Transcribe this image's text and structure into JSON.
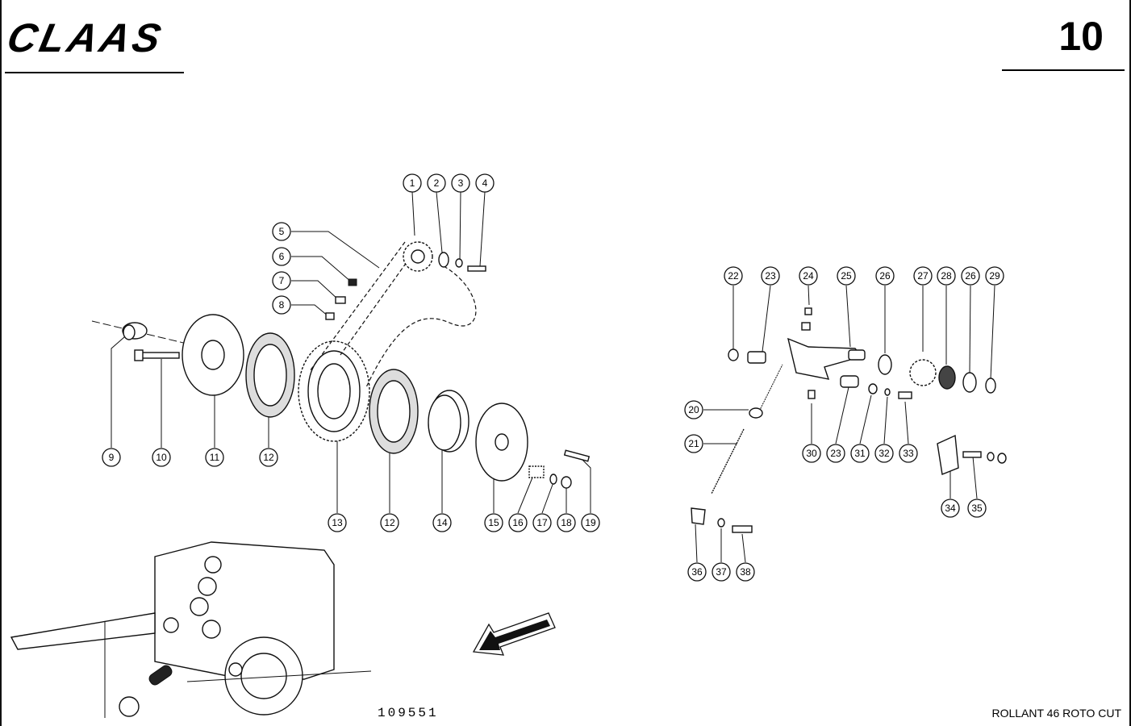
{
  "header": {
    "brand": "CLAAS",
    "page_number": "10"
  },
  "footer": {
    "drawing_number": "109551",
    "model": "ROLLANT 46 ROTO CUT"
  },
  "callouts": [
    {
      "label": "1"
    },
    {
      "label": "2"
    },
    {
      "label": "3"
    },
    {
      "label": "4"
    },
    {
      "label": "5"
    },
    {
      "label": "6"
    },
    {
      "label": "7"
    },
    {
      "label": "8"
    },
    {
      "label": "9"
    },
    {
      "label": "10"
    },
    {
      "label": "11"
    },
    {
      "label": "12"
    },
    {
      "label": "13"
    },
    {
      "label": "12"
    },
    {
      "label": "14"
    },
    {
      "label": "15"
    },
    {
      "label": "16"
    },
    {
      "label": "17"
    },
    {
      "label": "18"
    },
    {
      "label": "19"
    },
    {
      "label": "22"
    },
    {
      "label": "23"
    },
    {
      "label": "24"
    },
    {
      "label": "25"
    },
    {
      "label": "26"
    },
    {
      "label": "27"
    },
    {
      "label": "28"
    },
    {
      "label": "26"
    },
    {
      "label": "29"
    },
    {
      "label": "20"
    },
    {
      "label": "21"
    },
    {
      "label": "30"
    },
    {
      "label": "23"
    },
    {
      "label": "31"
    },
    {
      "label": "32"
    },
    {
      "label": "33"
    },
    {
      "label": "34"
    },
    {
      "label": "35"
    },
    {
      "label": "36"
    },
    {
      "label": "37"
    },
    {
      "label": "38"
    }
  ]
}
